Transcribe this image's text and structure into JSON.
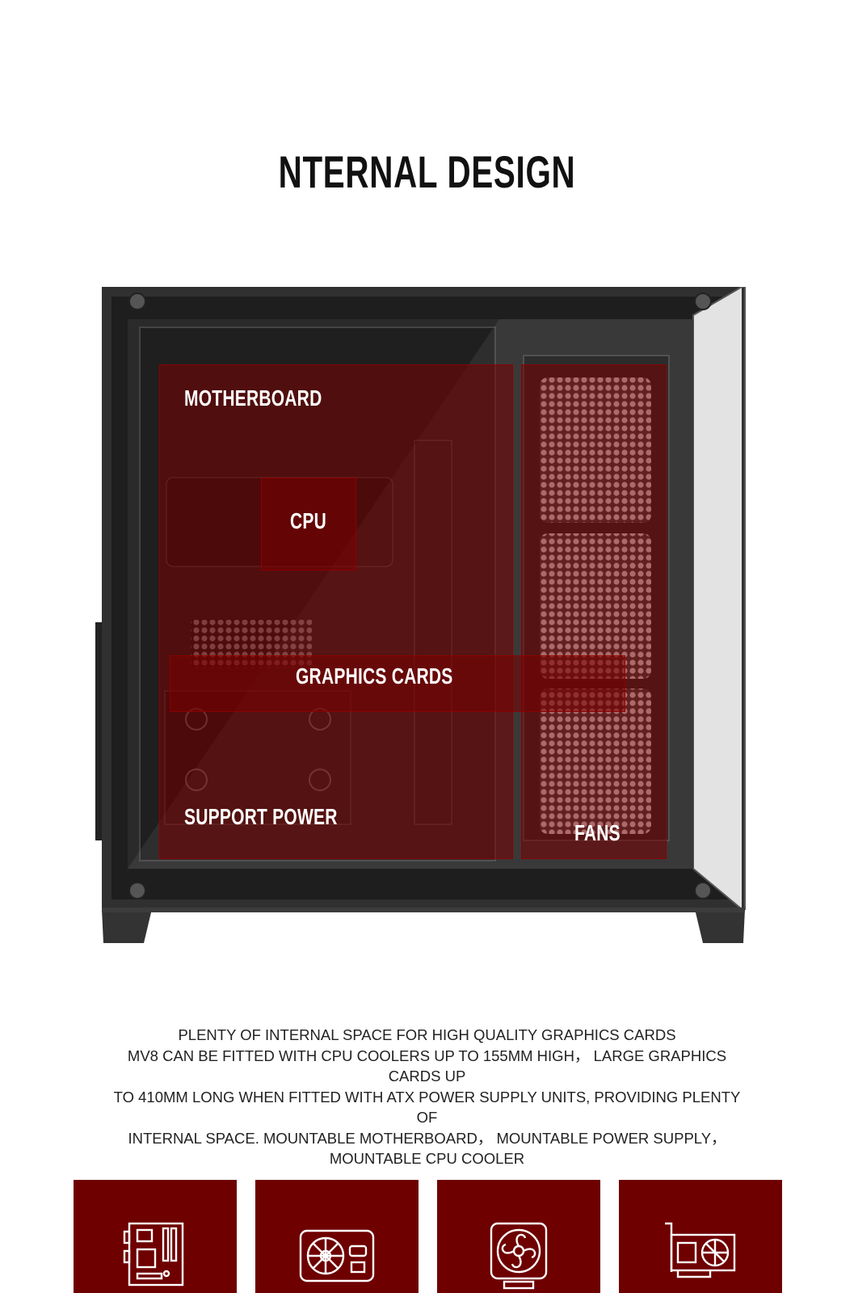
{
  "page": {
    "title": "NTERNAL DESIGN"
  },
  "labels": {
    "motherboard": "MOTHERBOARD",
    "cpu": "CPU",
    "graphics": "GRAPHICS CARDS",
    "power": "SUPPORT POWER",
    "fans": "FANS"
  },
  "description": {
    "heading": "PLENTY OF INTERNAL SPACE FOR HIGH QUALITY GRAPHICS CARDS",
    "line1": "MV8 CAN BE FITTED WITH CPU COOLERS UP TO 155MM HIGH， LARGE GRAPHICS CARDS UP",
    "line2": "TO 410MM LONG WHEN FITTED WITH ATX POWER SUPPLY UNITS, PROVIDING PLENTY OF",
    "line3": "INTERNAL SPACE. MOUNTABLE MOTHERBOARD，  MOUNTABLE POWER SUPPLY，",
    "line4": "MOUNTABLE CPU COOLER"
  },
  "tiles": [
    {
      "icon": "motherboard-icon"
    },
    {
      "icon": "power-supply-icon"
    },
    {
      "icon": "cpu-cooler-icon"
    },
    {
      "icon": "graphics-card-icon"
    }
  ],
  "colors": {
    "accent": "#6e0000",
    "highlight": "#8f0000",
    "case": "#2b2b2b"
  }
}
